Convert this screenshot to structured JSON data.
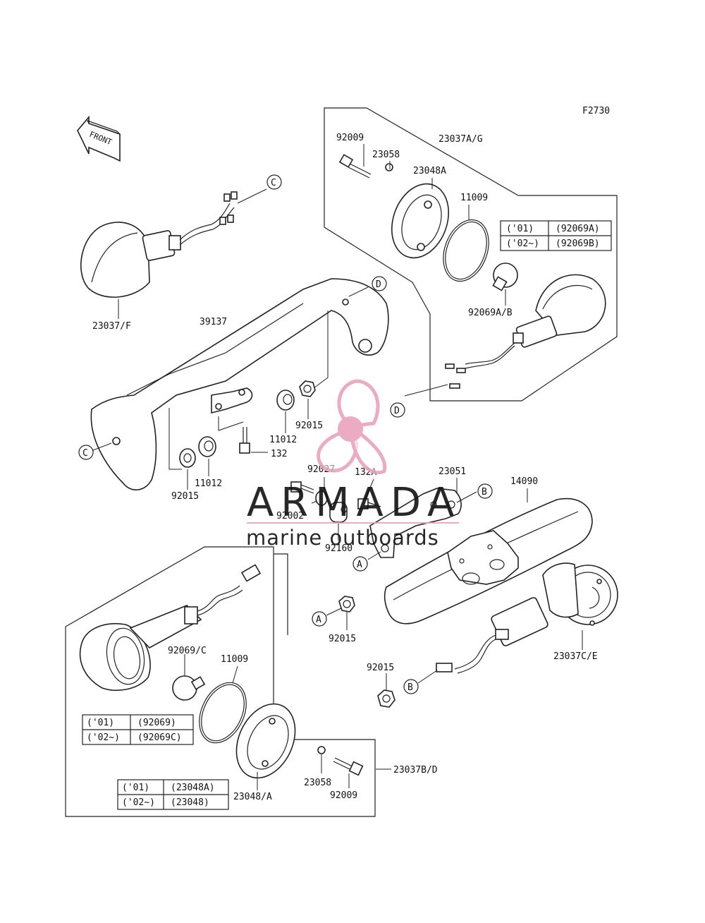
{
  "figure_code": "F2730",
  "front_arrow_label": "FRONT",
  "part_numbers": {
    "p92009_top": "92009",
    "p23037AG": "23037A/G",
    "p23058_top": "23058",
    "p23048A": "23048A",
    "p11009_top": "11009",
    "p92069AB": "92069A/B",
    "p23037F": "23037/F",
    "p39137": "39137",
    "p11012_mid": "11012",
    "p92015_mid": "92015",
    "p132": "132",
    "p11012_low": "11012",
    "p92015_left": "92015",
    "p132A": "132A",
    "p92027": "92027",
    "p23051": "23051",
    "p14090": "14090",
    "p92002": "92002",
    "p92160": "92160",
    "p92015_center": "92015",
    "p92069C": "92069/C",
    "p11009_low": "11009",
    "p23037CE": "23037C/E",
    "p92015_right": "92015",
    "p23037BD": "23037B/D",
    "p23058_low": "23058",
    "p92009_low": "92009",
    "p23048A_low": "23048/A"
  },
  "ref_markers": {
    "c_top": "C",
    "d_top": "D",
    "c_left": "C",
    "d_mid": "D",
    "b_top": "B",
    "a_mid": "A",
    "a_low": "A",
    "b_low": "B"
  },
  "tables": {
    "bulb_upper": [
      {
        "year": "('01)",
        "part": "(92069A)"
      },
      {
        "year": "('02~)",
        "part": "(92069B)"
      }
    ],
    "bulb_lower": [
      {
        "year": "('01)",
        "part": "(92069)"
      },
      {
        "year": "('02~)",
        "part": "(92069C)"
      }
    ],
    "rim_lower": [
      {
        "year": "('01)",
        "part": "(23048A)"
      },
      {
        "year": "('02~)",
        "part": "(23048)"
      }
    ]
  },
  "watermark": {
    "brand": "ARMADA",
    "tagline": "marine outboards",
    "color": "#e8a3bd",
    "text_color": "#8a8a8a"
  },
  "colors": {
    "line": "#222222",
    "paper": "#ffffff"
  }
}
